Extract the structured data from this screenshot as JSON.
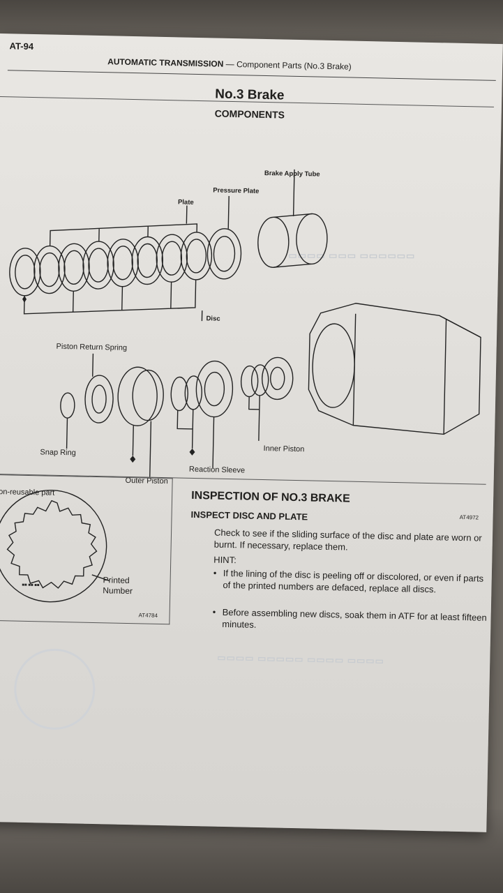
{
  "page": {
    "page_number": "AT-94",
    "header_main": "AUTOMATIC TRANSMISSION",
    "header_dash": " — ",
    "header_sub": "Component Parts (No.3 Brake)"
  },
  "components": {
    "title": "No.3 Brake",
    "subtitle": "COMPONENTS",
    "labels": {
      "brake_apply_tube": "Brake Apply Tube",
      "pressure_plate": "Pressure Plate",
      "plate": "Plate",
      "disc": "Disc",
      "piston_return_spring": "Piston Return Spring",
      "snap_ring": "Snap Ring",
      "outer_piston": "Outer Piston",
      "reaction_sleeve": "Reaction Sleeve",
      "inner_piston": "Inner Piston",
      "non_reusable": "Non-reusable part"
    },
    "figure_id": "AT4972"
  },
  "inspection": {
    "title": "INSPECTION OF NO.3 BRAKE",
    "subtitle": "INSPECT DISC AND PLATE",
    "paragraph": "Check to see if the sliding surface of the disc and plate are worn or burnt. If necessary, replace them.",
    "hint_label": "HINT:",
    "bullets": [
      "If the lining of the disc is peeling off or discolored, or even if parts of the printed numbers are defaced, replace all discs.",
      "Before assembling new discs, soak them in ATF for at least fifteen minutes."
    ],
    "figure_label_line1": "Printed",
    "figure_label_line2": "Number",
    "figure_id": "AT4784"
  }
}
